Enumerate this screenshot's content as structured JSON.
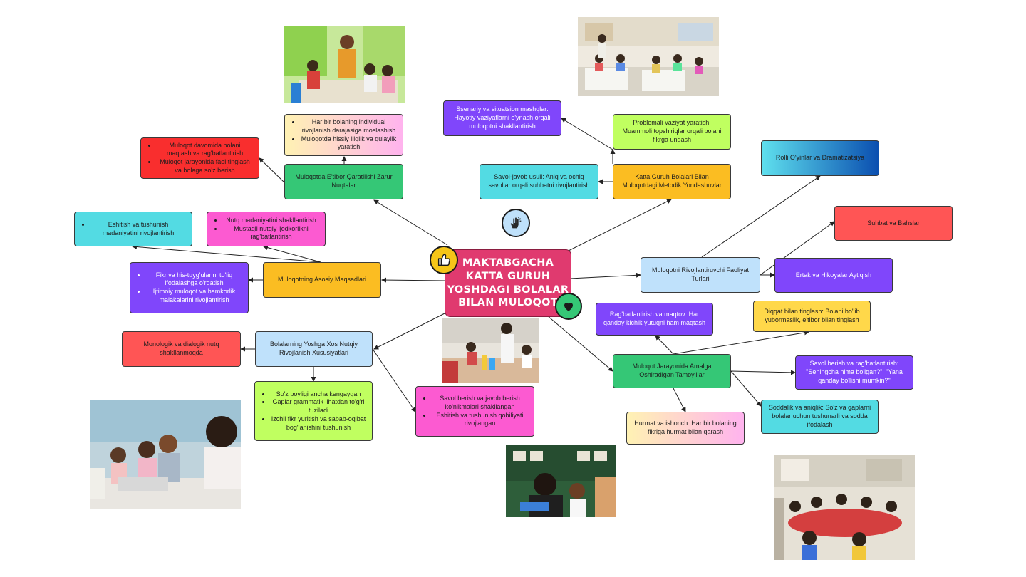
{
  "center": {
    "title": "MAKTABGACHA KATTA GURUH YOSHDAGI BOLALAR BILAN MULOQOT"
  },
  "colors": {
    "center": "#e03a6f",
    "green": "#35c776",
    "yellow": "#fbbd22",
    "blue_light": "#bfe1fb",
    "purple": "#8046fb",
    "cyan": "#53dbe3",
    "red": "#ff5555",
    "pink": "#fc5ad1",
    "lime": "#c0ff60"
  },
  "nodes": {
    "zarur": {
      "text": "Muloqotda E'tibor Qaratilishi Zarur Nuqtalar"
    },
    "zarur_pink": {
      "items": [
        "Har bir bolaning individual rivojlanish darajasiga moslashish",
        "Muloqotda hissiy iliqlik va qulaylik yaratish"
      ]
    },
    "zarur_red": {
      "items": [
        "Muloqot davomida bolani maqtash va rag'batlantirish",
        "Muloqot jarayonida faol tinglash va bolaga so'z berish"
      ]
    },
    "metodik": {
      "text": "Katta Guruh Bolalari Bilan Muloqotdagi Metodik Yondashuvlar"
    },
    "ssenariy": {
      "text": "Ssenariy va situatsion mashqlar: Hayotiy vaziyatlarni o'ynash orqali muloqotni shakllantirish"
    },
    "problemali": {
      "text": "Problemali vaziyat yaratish: Muammoli topshiriqlar orqali bolani fikrga undash"
    },
    "savol_javob": {
      "text": "Savol-javob usuli: Aniq va ochiq savollar orqali suhbatni rivojlantirish"
    },
    "maqsad": {
      "text": "Muloqotning Asosiy Maqsadlari"
    },
    "maqsad_cyan": {
      "items": [
        "Eshitish va tushunish madaniyatini rivojlantirish"
      ]
    },
    "maqsad_pink": {
      "items": [
        "Nutq madaniyatini shakllantirish",
        "Mustaqil nutqiy ijodkorlikni rag'batlantirish"
      ]
    },
    "maqsad_purple": {
      "items": [
        "Fikr va his-tuyg'ularini to'liq ifodalashga o'rgatish",
        "Ijtimoiy muloqot va hamkorlik malakalarini rivojlantirish"
      ]
    },
    "xususiyat": {
      "text": "Bolalarning Yoshga Xos Nutqiy Rivojlanish Xususiyatlari"
    },
    "xus_red": {
      "text": "Monologik va dialogik nutq shakllanmoqda"
    },
    "xus_lime": {
      "items": [
        "So'z boyligi ancha kengaygan",
        "Gaplar grammatik jihatdan to'g'ri tuziladi",
        "Izchil fikr yuritish va sabab-oqibat bog'lanishini tushunish"
      ]
    },
    "xus_pink": {
      "items": [
        "Savol berish va javob berish ko'nikmalari shakllangan",
        "Eshitish va tushunish qobiliyati rivojlangan"
      ]
    },
    "faoliyat": {
      "text": "Muloqotni Rivojlantiruvchi Faoliyat Turlari"
    },
    "rolli": {
      "text": "Rolli O'yinlar va Dramatizatsiya"
    },
    "suhbat": {
      "text": "Suhbat va Bahslar"
    },
    "ertak": {
      "text": "Ertak va Hikoyalar Aytiqish"
    },
    "tamoyil": {
      "text": "Muloqot Jarayonida Amalga Oshiradigan Tamoyillar"
    },
    "ragbat": {
      "text": "Rag'batlantirish va maqtov: Har qanday kichik yutuqni ham maqtash"
    },
    "diqqat": {
      "text": "Diqqat bilan tinglash: Bolani bo'lib yubormaslik, e'tibor bilan tinglash"
    },
    "savol_berish": {
      "text": "Savol berish va rag'batlantirish: \"Seningcha nima bo'lgan?\", \"Yana qanday bo'lishi mumkin?\""
    },
    "soddalik": {
      "text": "Soddalik va aniqlik: So'z va gaplarni bolalar uchun tushunarli va sodda ifodalash"
    },
    "hurmat": {
      "text": "Hurmat va ishonch: Har bir bolaning fikriga hurmat bilan qarash"
    }
  },
  "icons": [
    "thumbs-up-icon",
    "clapping-hands-icon",
    "heart-icon"
  ],
  "photos": [
    "classroom-teacher-photo",
    "classroom-desks-photo",
    "toys-table-photo",
    "children-laptop-photo",
    "teacher-girl-photo",
    "group-table-photo"
  ]
}
